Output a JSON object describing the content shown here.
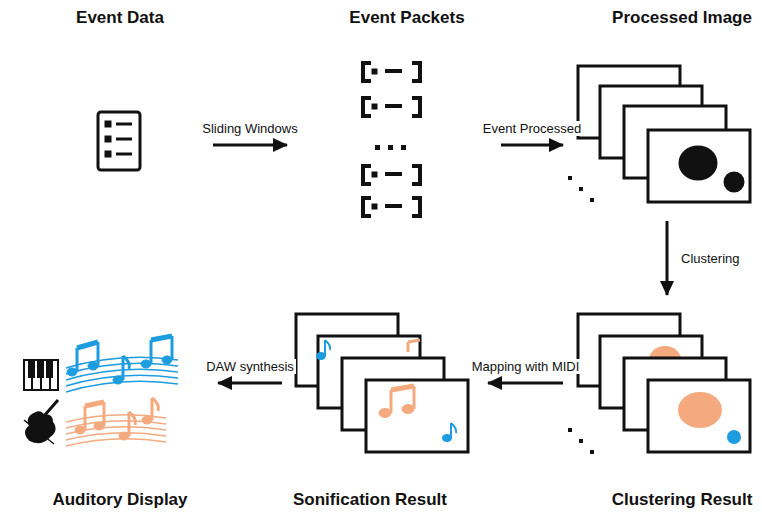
{
  "diagram": {
    "nodes": [
      {
        "text": [
          "Event Data"
        ]
      },
      {
        "text": [
          "Event Packets"
        ]
      },
      {
        "text": [
          "Processed Image"
        ]
      },
      {
        "text": [
          "Clustering Result"
        ]
      },
      {
        "text": [
          "Sonification Result"
        ]
      },
      {
        "text": [
          "Auditory Display"
        ]
      }
    ],
    "edges": [
      {
        "from": 0,
        "to": 1,
        "label": "Sliding Windows",
        "arrow": "to"
      },
      {
        "from": 1,
        "to": 2,
        "label": "Event Processed",
        "arrow": "to"
      },
      {
        "from": 2,
        "to": 3,
        "label": "Clustering",
        "arrow": "to"
      },
      {
        "from": 3,
        "to": 4,
        "label": "Mapping with MIDI",
        "arrow": "to"
      },
      {
        "from": 4,
        "to": 5,
        "label": "DAW synthesis",
        "arrow": "to"
      }
    ]
  }
}
